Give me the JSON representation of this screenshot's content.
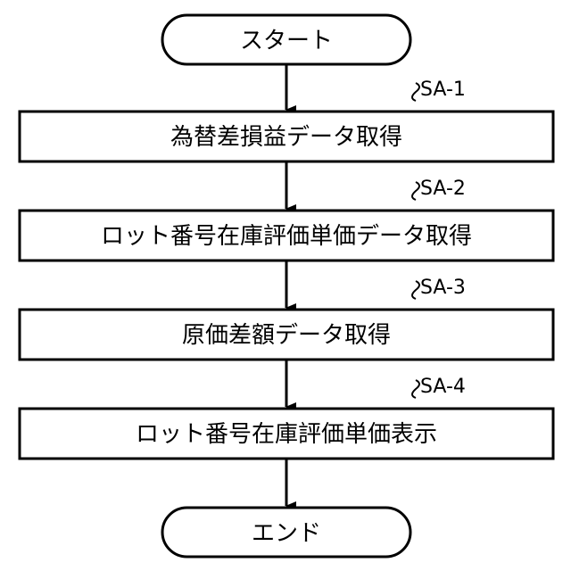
{
  "flowchart": {
    "start": "スタート",
    "end": "エンド",
    "steps": [
      {
        "id": "SA-1",
        "label": "為替差損益データ取得"
      },
      {
        "id": "SA-2",
        "label": "ロット番号在庫評価単価データ取得"
      },
      {
        "id": "SA-3",
        "label": "原価差額データ取得"
      },
      {
        "id": "SA-4",
        "label": "ロット番号在庫評価単価表示"
      }
    ]
  }
}
